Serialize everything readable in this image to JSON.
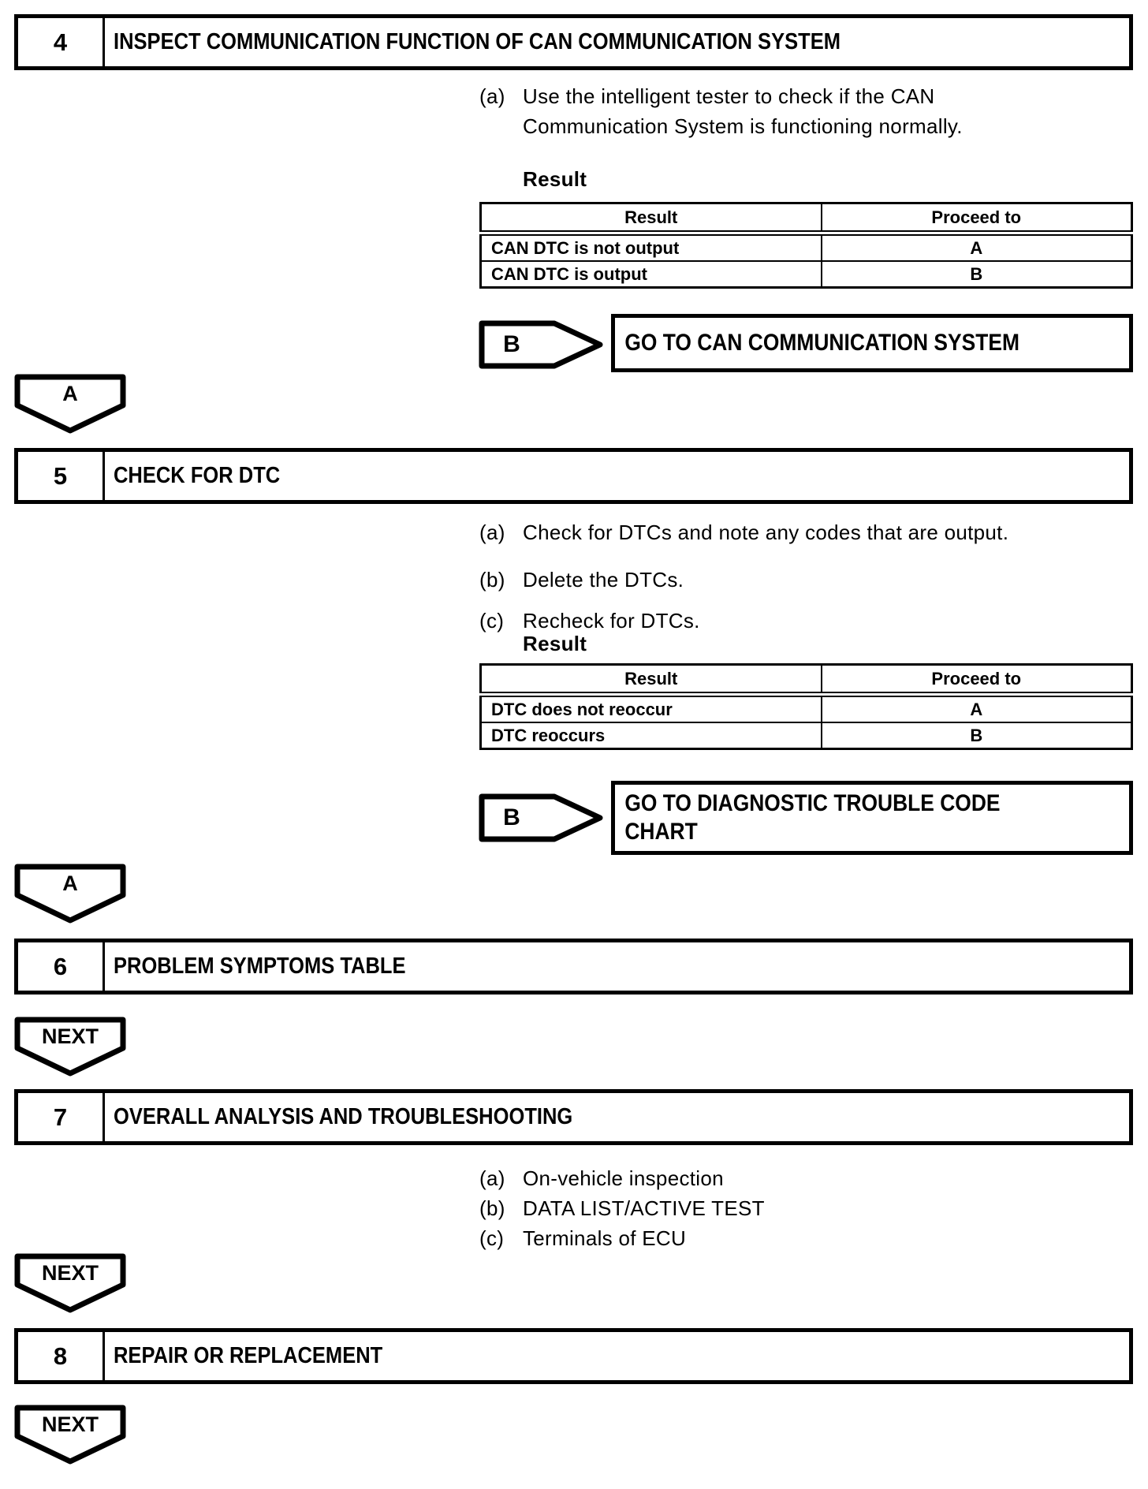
{
  "page": {
    "background": "#ffffff",
    "ink": "#000000"
  },
  "step4": {
    "number": "4",
    "title": "INSPECT COMMUNICATION FUNCTION OF CAN COMMUNICATION SYSTEM",
    "items": [
      {
        "marker": "(a)",
        "text": "Use the intelligent tester to check if the CAN Communication System is functioning normally."
      }
    ],
    "result_label": "Result",
    "table": {
      "header_result": "Result",
      "header_proceed": "Proceed to",
      "rows": [
        {
          "result": "CAN DTC is not output",
          "proceed": "A"
        },
        {
          "result": "CAN DTC is output",
          "proceed": "B"
        }
      ]
    },
    "branch_badge": "B",
    "branch_label": "GO TO CAN COMMUNICATION SYSTEM",
    "connector_label": "A"
  },
  "step5": {
    "number": "5",
    "title": "CHECK FOR DTC",
    "items": [
      {
        "marker": "(a)",
        "text": "Check for DTCs and note any codes that are output."
      },
      {
        "marker": "(b)",
        "text": "Delete the DTCs."
      },
      {
        "marker": "(c)",
        "text": "Recheck for DTCs."
      }
    ],
    "result_label": "Result",
    "table": {
      "header_result": "Result",
      "header_proceed": "Proceed to",
      "rows": [
        {
          "result": "DTC does not reoccur",
          "proceed": "A"
        },
        {
          "result": "DTC reoccurs",
          "proceed": "B"
        }
      ]
    },
    "branch_badge": "B",
    "branch_label": "GO TO DIAGNOSTIC TROUBLE CODE CHART",
    "connector_label": "A"
  },
  "step6": {
    "number": "6",
    "title": "PROBLEM SYMPTOMS TABLE",
    "connector_label": "NEXT"
  },
  "step7": {
    "number": "7",
    "title": "OVERALL ANALYSIS AND TROUBLESHOOTING",
    "items": [
      {
        "marker": "(a)",
        "text": "On-vehicle inspection"
      },
      {
        "marker": "(b)",
        "text": "DATA LIST/ACTIVE TEST"
      },
      {
        "marker": "(c)",
        "text": "Terminals of ECU"
      }
    ],
    "connector_label": "NEXT"
  },
  "step8": {
    "number": "8",
    "title": "REPAIR OR REPLACEMENT",
    "connector_label": "NEXT"
  }
}
